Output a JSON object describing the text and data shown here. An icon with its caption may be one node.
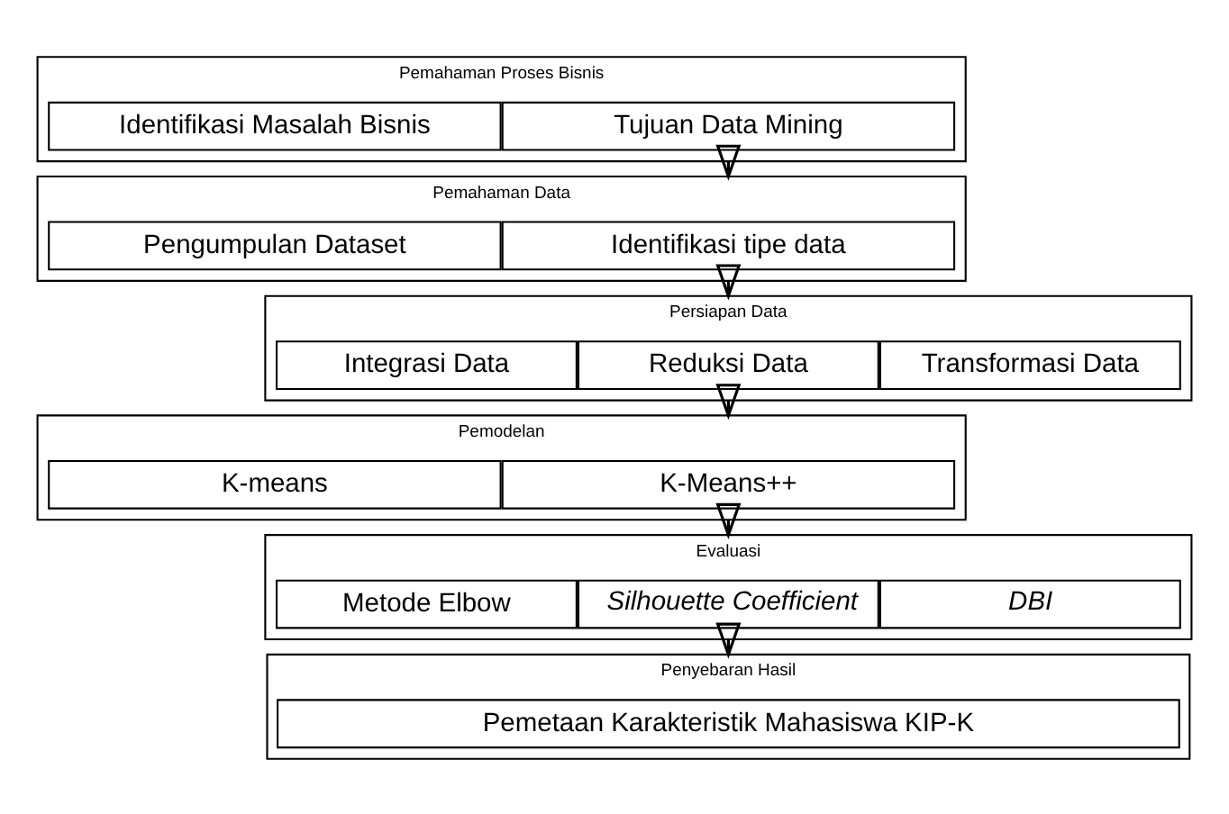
{
  "diagram": {
    "nodes": [
      {
        "text": [
          "Pemahaman Proses Bisnis"
        ]
      },
      {
        "text": [
          "Identifikasi Masalah Bisnis"
        ],
        "in": 0
      },
      {
        "text": [
          "Tujuan Data Mining"
        ],
        "in": 0
      },
      {
        "text": [
          "Pemahaman Data"
        ]
      },
      {
        "text": [
          "Pengumpulan Dataset"
        ],
        "in": 3
      },
      {
        "text": [
          "Identifikasi tipe data"
        ],
        "in": 3
      },
      {
        "text": [
          "Persiapan Data"
        ]
      },
      {
        "text": [
          "Integrasi Data"
        ],
        "in": 6
      },
      {
        "text": [
          "Reduksi Data"
        ],
        "in": 6
      },
      {
        "text": [
          "Transformasi Data"
        ],
        "in": 6
      },
      {
        "text": [
          "Pemodelan"
        ]
      },
      {
        "text": [
          "K-means"
        ],
        "in": 10
      },
      {
        "text": [
          "K-Means++"
        ],
        "in": 10
      },
      {
        "text": [
          "Evaluasi"
        ]
      },
      {
        "text": [
          "Metode Elbow"
        ],
        "in": 13
      },
      {
        "text": [
          "Silhouette Coefficient"
        ],
        "in": 13
      },
      {
        "text": [
          "DBI"
        ],
        "in": 13
      },
      {
        "text": [
          "Penyebaran Hasil"
        ]
      },
      {
        "text": [
          "Pemetaan Karakteristik Mahasiswa KIP-K"
        ],
        "in": 17
      }
    ],
    "edges": [
      {
        "from": 0,
        "to": 3,
        "arrow": "to"
      },
      {
        "from": 3,
        "to": 6,
        "arrow": "to"
      },
      {
        "from": 6,
        "to": 10,
        "arrow": "to"
      },
      {
        "from": 10,
        "to": 13,
        "arrow": "to"
      },
      {
        "from": 13,
        "to": 17,
        "arrow": "to"
      }
    ]
  }
}
